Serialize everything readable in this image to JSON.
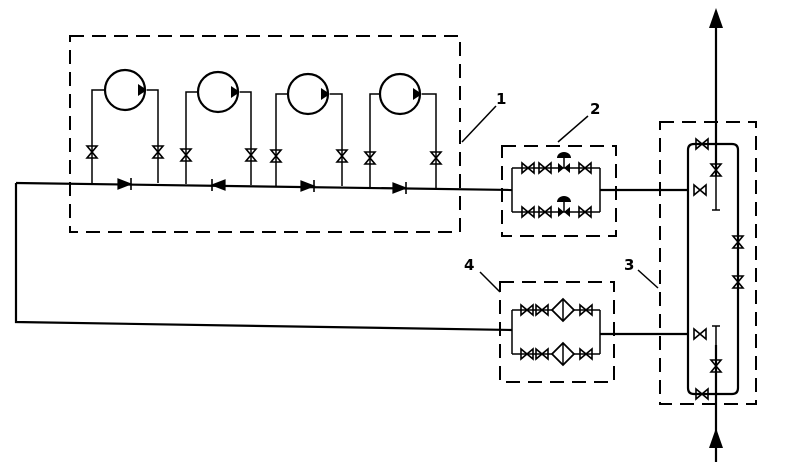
{
  "labels": {
    "group_1": "1",
    "group_2": "2",
    "group_3": "3",
    "group_4": "4"
  },
  "icons": {
    "pump": "pump-icon",
    "valve": "valve-icon",
    "check_valve": "check-valve-icon",
    "filter": "filter-icon",
    "regulator": "regulator-icon",
    "flow_arrow": "flow-arrow-icon"
  },
  "colors": {
    "line": "#000000",
    "background": "#ffffff"
  }
}
